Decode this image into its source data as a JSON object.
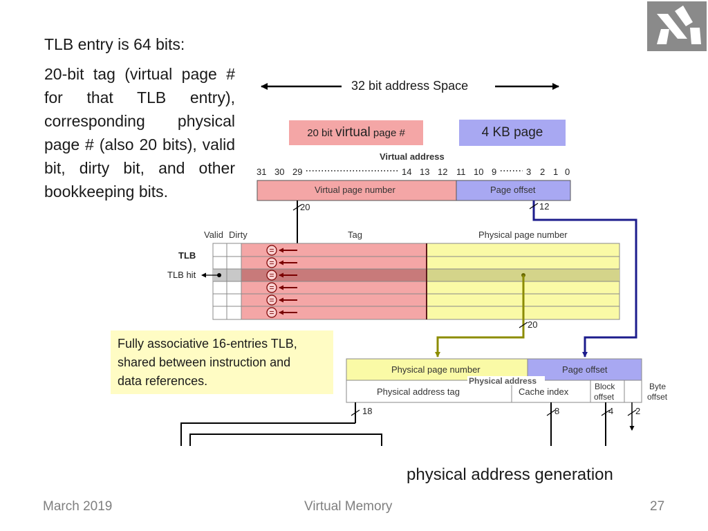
{
  "slide": {
    "title": "TLB entry is 64 bits:",
    "body": "20-bit tag (virtual page # for that TLB entry), corresponding physical page # (also 20 bits), valid bit, dirty bit, and other bookkeeping bits.",
    "address_space_label": "32 bit address Space",
    "vpn_box": {
      "small1": "20 bit ",
      "big": "virtual",
      "small2": " page #"
    },
    "page_box": "4 KB page",
    "callout": [
      "Fully associative 16-entries TLB,",
      "shared between instruction and",
      "data references."
    ],
    "bottom_caption": "physical address generation"
  },
  "diagram": {
    "virtual_address_label": "Virtual address",
    "bit_numbers": [
      "31",
      "30",
      "29",
      "14",
      "13",
      "12",
      "11",
      "10",
      "9",
      "3",
      "2",
      "1",
      "0"
    ],
    "virtual_page_number": "Virtual page number",
    "page_offset": "Page offset",
    "width_20": "20",
    "width_12": "12",
    "col_valid": "Valid",
    "col_dirty": "Dirty",
    "col_tag": "Tag",
    "col_ppn": "Physical page number",
    "tlb_label": "TLB",
    "tlb_hit": "TLB hit",
    "eq_symbol": "=",
    "width_20b": "20",
    "phys_ppn": "Physical page number",
    "phys_offset": "Page offset",
    "physical_address_label": "Physical address",
    "phys_tag": "Physical address tag",
    "cache_index": "Cache index",
    "block_offset_1": "Block",
    "block_offset_2": "offset",
    "byte_offset_1": "Byte",
    "byte_offset_2": "offset",
    "w18": "18",
    "w8": "8",
    "w4": "4",
    "w2": "2"
  },
  "footer": {
    "date": "March 2019",
    "topic": "Virtual Memory",
    "page": "27"
  },
  "colors": {
    "pink": "#f4a6a6",
    "lavender": "#a8a8f2",
    "yellow": "#fafaa6",
    "callout": "#fffcc4",
    "navy": "#1c1c8c",
    "olive": "#8c8c00",
    "darkred": "#7a0000"
  }
}
